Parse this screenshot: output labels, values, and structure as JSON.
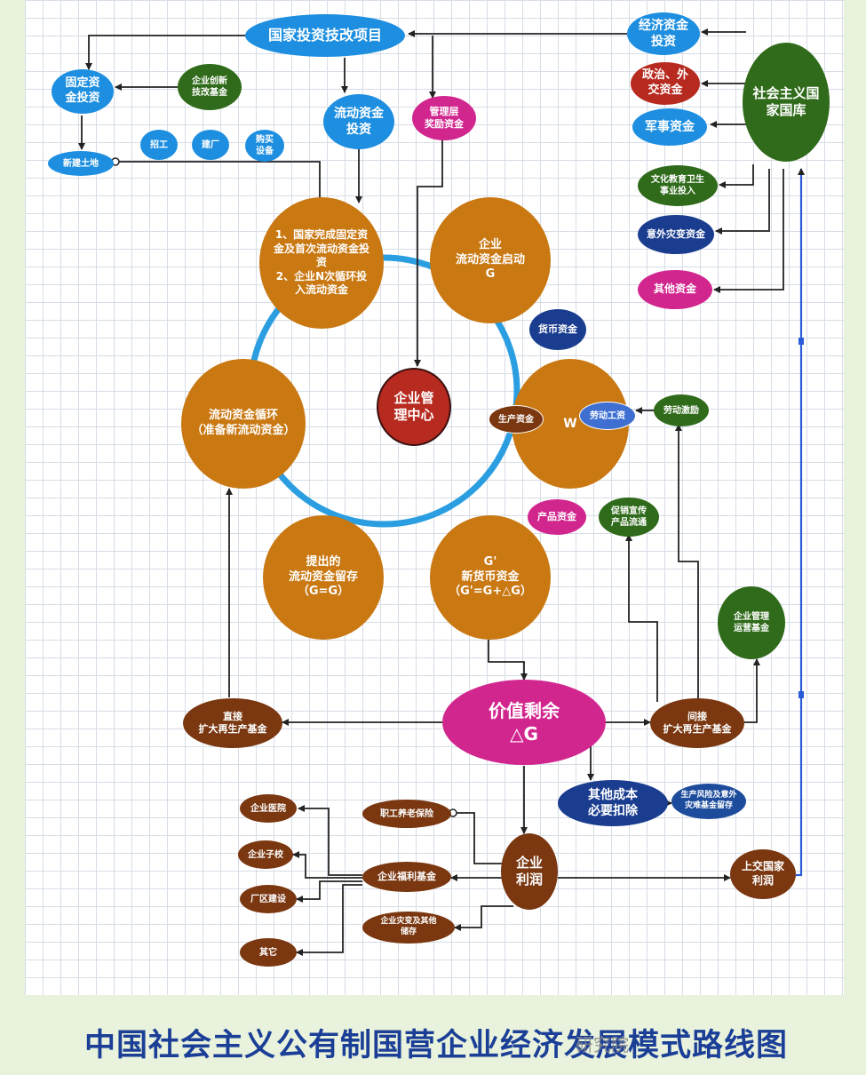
{
  "title": "中国社会主义公有制国营企业经济发展模式路线图",
  "watermark": "研究院",
  "nodes": {
    "guojia_touzi": "国家投资技改项目",
    "jingji_zijin": "经济资金\n投资",
    "zhengzhi_zijin": "政治、外\n交资金",
    "junshi_zijin": "军事资金",
    "guoku": "社会主义国\n家国库",
    "wenhua_touru": "文化教育卫生\n事业投入",
    "yiwai_zaibian": "意外灾变资金",
    "qita_zijin": "其他资金",
    "guding_touzi": "固定资\n金投资",
    "chuangxin_jijin": "企业创新\n技改基金",
    "liudong_touzi": "流动资金\n投资",
    "guanli_jiangli": "管理层\n奖励资金",
    "xinjian_tudi": "新建土地",
    "zhaogong": "招工",
    "jianchang": "建厂",
    "goumai_shebei": "购买\n设备",
    "circle_top_left": "1、国家完成固定资\n金及首次流动资金投\n资\n2、企业N次循环投\n入流动资金",
    "circle_top_right": "企业\n流动资金启动\nG",
    "circle_right": "W",
    "circle_left": "流动资金循环\n（准备新流动资金）",
    "circle_bottom_left": "提出的\n流动资金留存\n（G=G）",
    "circle_bottom_right": "G'\n新货币资金\n（G'=G+△G）",
    "guanli_zhongxin": "企业管\n理中心",
    "huobi_zijin": "货币资金",
    "shengchan_zijin": "生产资金",
    "laodong_gongzi": "劳动工资",
    "laodong_jili": "劳动激励",
    "chanpin_zijin": "产品资金",
    "cuxiao": "促销宣传\n产品流通",
    "guanli_yunying": "企业管理\n运营基金",
    "jiazhi_shengyu": "价值剩余\n△G",
    "zhijie_kuoda": "直接\n扩大再生产基金",
    "jianjie_kuoda": "间接\n扩大再生产基金",
    "qita_chengben": "其他成本\n必要扣除",
    "shengchan_fengxian": "生产风险及意外\n灾难基金留存",
    "zhigong_yanglao": "职工养老保险",
    "qiye_yiyuan": "企业医院",
    "qiye_zixiao": "企业子校",
    "changqu_jianshe": "厂区建设",
    "qita": "其它",
    "fuli_jijin": "企业福利基金",
    "qiye_lirun": "企业\n利润",
    "shangjiao_lirun": "上交国家\n利润",
    "zaibian_chucun": "企业灾变及其他\n储存"
  }
}
